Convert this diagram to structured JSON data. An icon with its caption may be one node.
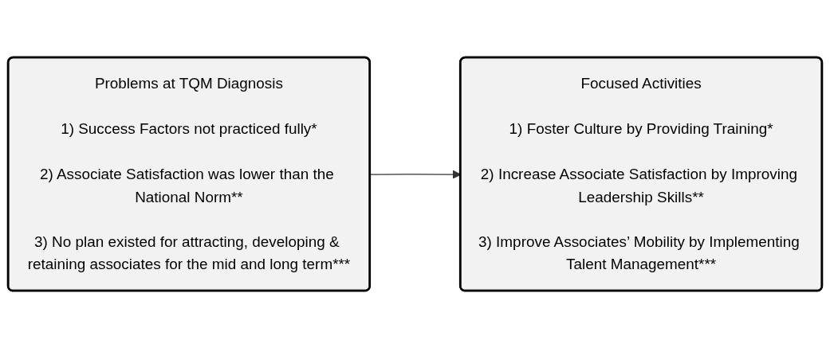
{
  "diagram": {
    "nodes": [
      {
        "text": [
          "Problems at TQM Diagnosis",
          "1) Success Factors not practiced fully*",
          "2) Associate Satisfaction was lower than the National Norm**",
          "3) No plan existed for attracting, developing & retaining associates for the mid and long term***"
        ]
      },
      {
        "text": [
          "Focused Activities",
          "1) Foster Culture by Providing Training*",
          "2) Increase Associate Satisfaction by Improving Leadership Skills**",
          "3) Improve Associates’ Mobility by Implementing Talent Management***"
        ]
      }
    ],
    "edges": [
      {
        "from": 0,
        "to": 1,
        "arrow": "to"
      }
    ]
  }
}
